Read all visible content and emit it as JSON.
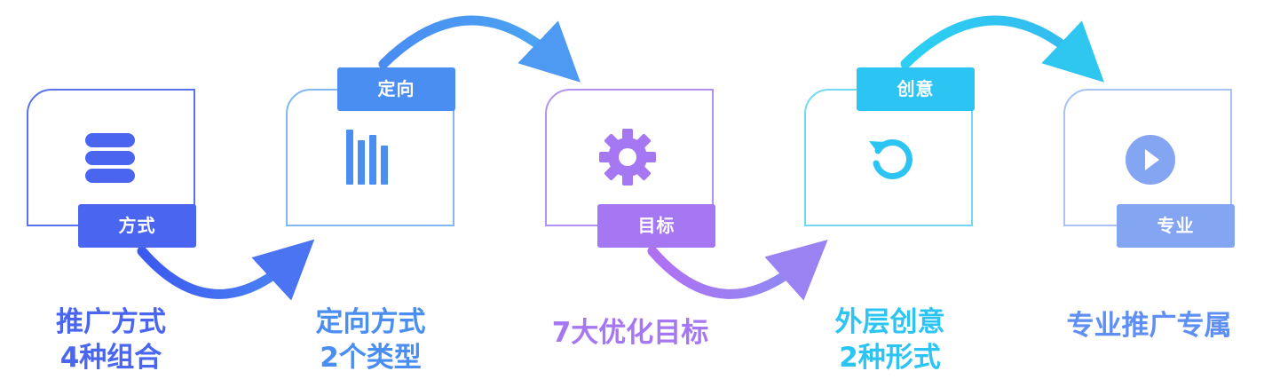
{
  "steps": [
    {
      "badge": "方式",
      "icon": "database-icon",
      "color": "#4a66f0",
      "caption_line1": "推广方式",
      "caption_line2": "4种组合"
    },
    {
      "badge": "定向",
      "icon": "bar-chart-icon",
      "color": "#4b8ef2",
      "caption_line1": "定向方式",
      "caption_line2": "2个类型"
    },
    {
      "badge": "目标",
      "icon": "gear-icon",
      "color": "#a677f2",
      "caption_line1": "7大优化目标",
      "caption_line2": ""
    },
    {
      "badge": "创意",
      "icon": "refresh-icon",
      "color": "#2cc4f2",
      "caption_line1": "外层创意",
      "caption_line2": "2种形式"
    },
    {
      "badge": "专业",
      "icon": "play-icon",
      "color": "#84a5f2",
      "caption_line1": "专业推广专属",
      "caption_line2": ""
    }
  ]
}
